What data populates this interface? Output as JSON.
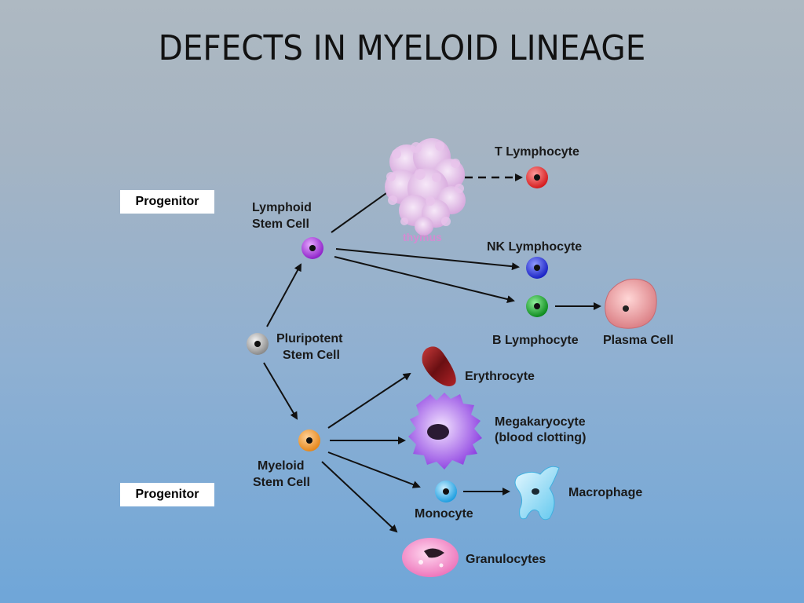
{
  "title": "DEFECTS IN MYELOID LINEAGE",
  "tags": {
    "top": "Progenitor",
    "bottom": "Progenitor"
  },
  "labels": {
    "t_lymphocyte": "T Lymphocyte",
    "lymphoid_1": "Lymphoid",
    "lymphoid_2": "Stem Cell",
    "thymus": "thymus",
    "nk_lymphocyte": "NK Lymphocyte",
    "b_lymphocyte": "B Lymphocyte",
    "plasma_cell": "Plasma Cell",
    "pluripotent_1": "Pluripotent",
    "pluripotent_2": "Stem Cell",
    "erythrocyte": "Erythrocyte",
    "megakaryocyte_1": "Megakaryocyte",
    "megakaryocyte_2": "(blood clotting)",
    "myeloid_1": "Myeloid",
    "myeloid_2": "Stem Cell",
    "monocyte": "Monocyte",
    "macrophage": "Macrophage",
    "granulocytes": "Granulocytes"
  },
  "colors": {
    "t_lymphocyte": "#e8282a",
    "lymphoid_stem": "#a637d9",
    "nk_lymphocyte": "#2c35d8",
    "b_lymphocyte": "#18a028",
    "pluripotent_stem": "#9a9a9a",
    "myeloid_stem": "#f09a2c",
    "monocyte": "#2aa8e6"
  }
}
